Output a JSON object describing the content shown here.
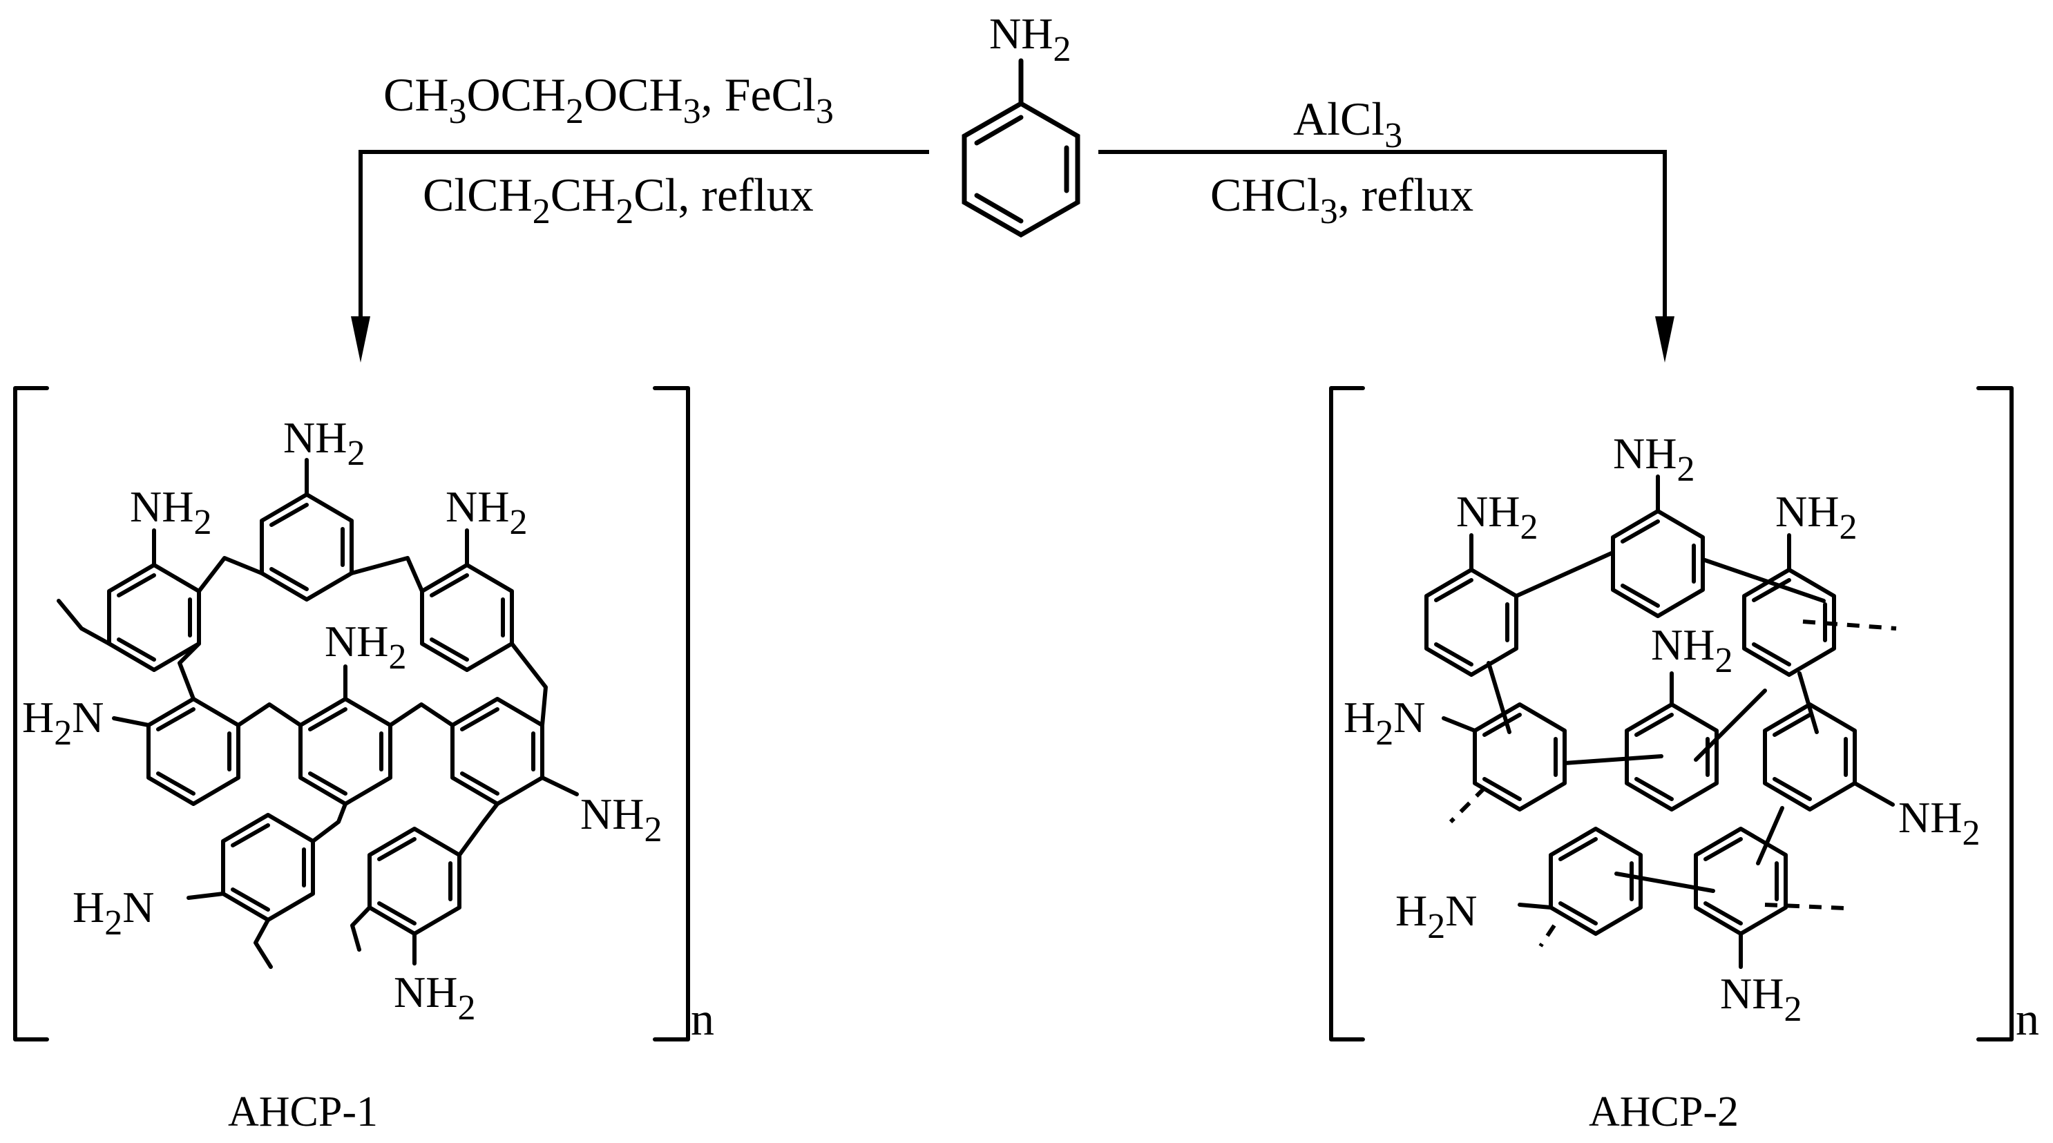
{
  "reactant": {
    "group": "NH",
    "group_sub": "2"
  },
  "left_conditions": {
    "line1": [
      {
        "t": "CH"
      },
      {
        "t": "3",
        "sub": true
      },
      {
        "t": "OCH"
      },
      {
        "t": "2",
        "sub": true
      },
      {
        "t": "OCH"
      },
      {
        "t": "3",
        "sub": true
      },
      {
        "t": ", FeCl"
      },
      {
        "t": "3",
        "sub": true
      }
    ],
    "line2": [
      {
        "t": "ClCH"
      },
      {
        "t": "2",
        "sub": true
      },
      {
        "t": "CH"
      },
      {
        "t": "2",
        "sub": true
      },
      {
        "t": "Cl, reflux"
      }
    ]
  },
  "right_conditions": {
    "line1": [
      {
        "t": "AlCl"
      },
      {
        "t": "3",
        "sub": true
      }
    ],
    "line2": [
      {
        "t": "CHCl"
      },
      {
        "t": "3",
        "sub": true
      },
      {
        "t": ", reflux"
      }
    ]
  },
  "products": [
    {
      "name": "AHCP-1",
      "repeat": "n"
    },
    {
      "name": "AHCP-2",
      "repeat": "n"
    }
  ],
  "amine_labels": {
    "nh2": "NH",
    "h2n_prefix": "H",
    "h2n_suffix": "N",
    "sub": "2"
  }
}
